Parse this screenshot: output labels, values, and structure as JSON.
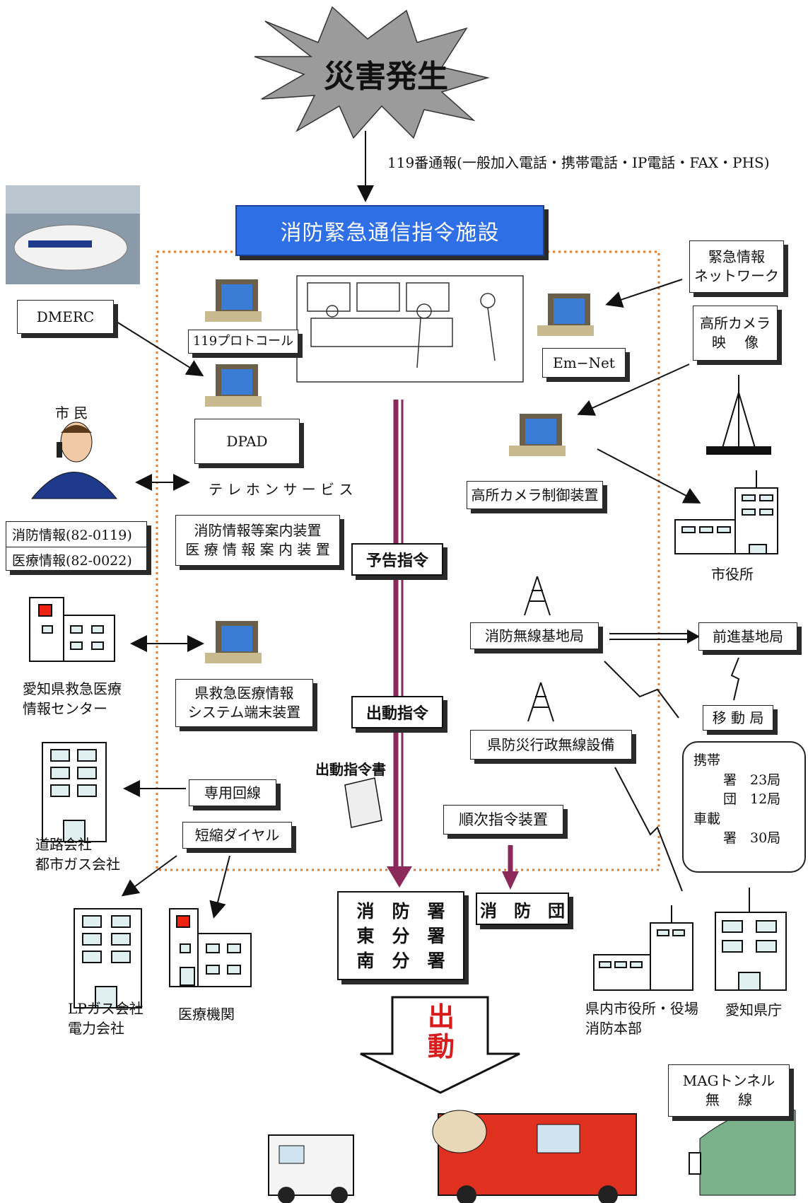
{
  "disaster": {
    "text": "災害発生"
  },
  "call": {
    "label": "119番通報(一般加入電話・携帯電話・IP電話・FAX・PHS)"
  },
  "center": {
    "title": "消防緊急通信指令施設"
  },
  "left": {
    "dmerc": "DMERC",
    "protocol": "119プロトコール",
    "dpad": "DPAD",
    "citizen": "市 民",
    "tel_service": "テ レ ホ ン サ ー ビ ス",
    "info_lines": [
      "消防情報(82-0119)",
      "医療情報(82-0022)"
    ],
    "guide_device": [
      "消防情報等案内装置",
      "医 療 情 報 案 内 装 置"
    ],
    "aichi_center": [
      "愛知県救急医療",
      "情報センター"
    ],
    "pref_terminal": [
      "県救急医療情報",
      "システム端末装置"
    ],
    "dedicated_line": "専用回線",
    "road_gas": [
      "道路会社",
      "都市ガス会社"
    ],
    "short_dial": "短縮ダイヤル",
    "lp_power": [
      "LPガス会社",
      "電力会社"
    ],
    "medical": "医療機関"
  },
  "middle": {
    "yokoku": "予告指令",
    "shutsudo": "出動指令",
    "order_doc": "出動指令書",
    "sequential": "順次指令装置",
    "stations": [
      "消　防　署",
      "東　分　署",
      "南　分　署"
    ],
    "brigade": "消　防　団",
    "dispatch": [
      "出",
      "動"
    ]
  },
  "right": {
    "emergency_net": [
      "緊急情報",
      "ネットワーク"
    ],
    "em_net": "Em−Net",
    "camera_video": [
      "高所カメラ",
      "映　 像"
    ],
    "camera_control": "高所カメラ制御装置",
    "city_hall": "市役所",
    "radio_base": "消防無線基地局",
    "forward_base": "前進基地局",
    "mobile": "移 動 局",
    "mobile_counts": [
      {
        "label": "携帯",
        "indent": false
      },
      {
        "label": "署　23局",
        "indent": true
      },
      {
        "label": "団　12局",
        "indent": true
      },
      {
        "label": "車載",
        "indent": false
      },
      {
        "label": "署　30局",
        "indent": true
      }
    ],
    "pref_radio": "県防災行政無線設備",
    "pref_cities": [
      "県内市役所・役場",
      "消防本部"
    ],
    "aichi_pref": "愛知県庁",
    "mag": [
      "MAGトンネル",
      "無　 線"
    ]
  },
  "colors": {
    "title_bg": "#2e6fe6",
    "dotted": "#e87a2a",
    "flow_arrow": "#8b2a5a",
    "dispatch_red": "#d81b1b"
  }
}
